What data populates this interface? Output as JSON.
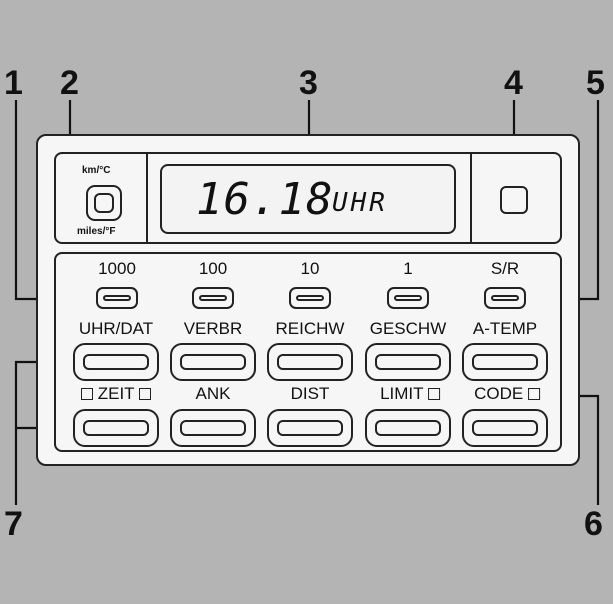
{
  "callouts": [
    "1",
    "2",
    "3",
    "4",
    "5",
    "6",
    "7"
  ],
  "unit_switch": {
    "top_label": "km/°C",
    "bottom_label": "miles/°F"
  },
  "display": {
    "time": "16.18",
    "unit": "UHR"
  },
  "top_row_labels": [
    "1000",
    "100",
    "10",
    "1",
    "S/R"
  ],
  "middle_row_labels": [
    "UHR/DAT",
    "VERBR",
    "REICHW",
    "GESCHW",
    "A-TEMP"
  ],
  "bottom_row_labels": {
    "zeit": "ZEIT",
    "ank": "ANK",
    "dist": "DIST",
    "limit": "LIMIT",
    "code": "CODE"
  }
}
